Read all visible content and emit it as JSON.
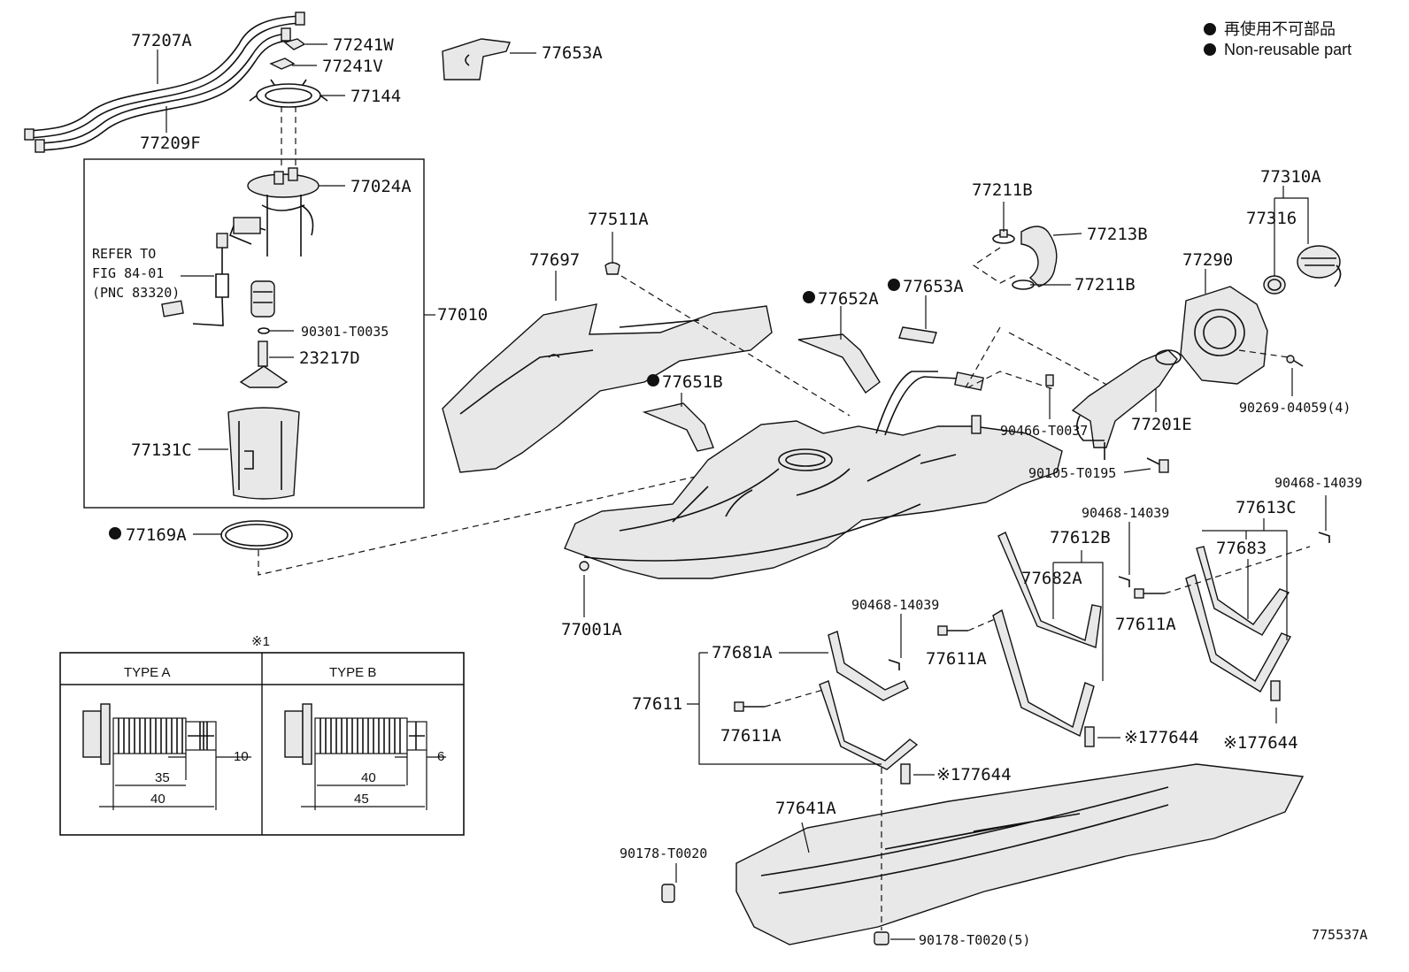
{
  "legend": {
    "jp": "再使用不可部品",
    "en": "Non-reusable part"
  },
  "drawing_code": "775537A",
  "callouts": {
    "c77207A": "77207A",
    "c77209F": "77209F",
    "c77241W": "77241W",
    "c77241V": "77241V",
    "c77144": "77144",
    "c77653A_top": "77653A",
    "c77024A": "77024A",
    "refer1": "REFER TO",
    "refer2": "FIG 84-01",
    "refer3": "(PNC 83320)",
    "c77010": "77010",
    "c90301": "90301-T0035",
    "c23217D": "23217D",
    "c77131C": "77131C",
    "c77169A": "77169A",
    "c77511A": "77511A",
    "c77697": "77697",
    "c77652A": "77652A",
    "c77653A_mid": "77653A",
    "c77651B": "77651B",
    "c77211B_a": "77211B",
    "c77213B": "77213B",
    "c77211B_b": "77211B",
    "c77310A": "77310A",
    "c77316": "77316",
    "c77290": "77290",
    "c90466": "90466-T0037",
    "c77201E": "77201E",
    "c90269": "90269-04059(4)",
    "c90105": "90105-T0195",
    "c77001A": "77001A",
    "c90468_a": "90468-14039",
    "c90468_b": "90468-14039",
    "c90468_c": "90468-14039",
    "c77613C": "77613C",
    "c77612B": "77612B",
    "c77683": "77683",
    "c77682A": "77682A",
    "c77611A_a": "77611A",
    "c77611A_b": "77611A",
    "c77611A_c": "77611A",
    "c77681A": "77681A",
    "c77611": "77611",
    "c77644_a": "※177644",
    "c77644_b": "※177644",
    "c77644_c": "※177644",
    "c77641A": "77641A",
    "c90178_a": "90178-T0020",
    "c90178_b": "90178-T0020(5)"
  },
  "bolt_table": {
    "note": "※1",
    "type_a": {
      "title": "TYPE A",
      "dims": [
        "10",
        "35",
        "40"
      ]
    },
    "type_b": {
      "title": "TYPE B",
      "dims": [
        "6",
        "40",
        "45"
      ]
    }
  }
}
